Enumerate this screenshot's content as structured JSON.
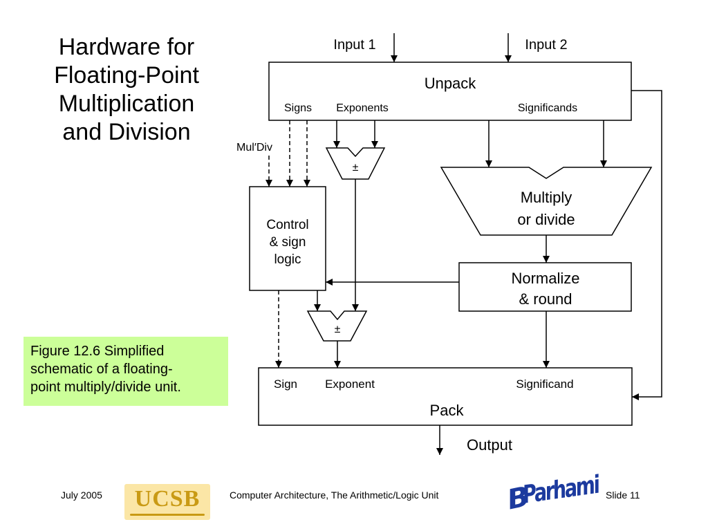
{
  "slide": {
    "title_lines": [
      "Hardware for",
      "Floating-Point",
      "Multiplication",
      "and Division"
    ],
    "caption_lines": [
      "Figure 12.6    Simplified",
      "schematic of a floating-",
      "point multiply/divide unit."
    ]
  },
  "diagram": {
    "input1": "Input 1",
    "input2": "Input 2",
    "unpack": "Unpack",
    "signs": "Signs",
    "exponents": "Exponents",
    "significands": "Significands",
    "muldiv": "Mul′Div",
    "adder_symbol": "±",
    "multiply_line1": "Multiply",
    "multiply_line2": "or divide",
    "control_line1": "Control",
    "control_line2": "& sign",
    "control_line3": "logic",
    "normalize_line1": "Normalize",
    "normalize_line2": "& round",
    "sign": "Sign",
    "exponent": "Exponent",
    "significand": "Significand",
    "pack": "Pack",
    "output": "Output"
  },
  "footer": {
    "date": "July 2005",
    "logo": "UCSB",
    "course": "Computer Architecture, The Arithmetic/Logic Unit",
    "signature": "B Parhami",
    "slide_number": "Slide 11"
  },
  "colors": {
    "caption_bg": "#ccff99",
    "logo_gold": "#c99a14",
    "signature_blue": "#1c3a9e"
  }
}
